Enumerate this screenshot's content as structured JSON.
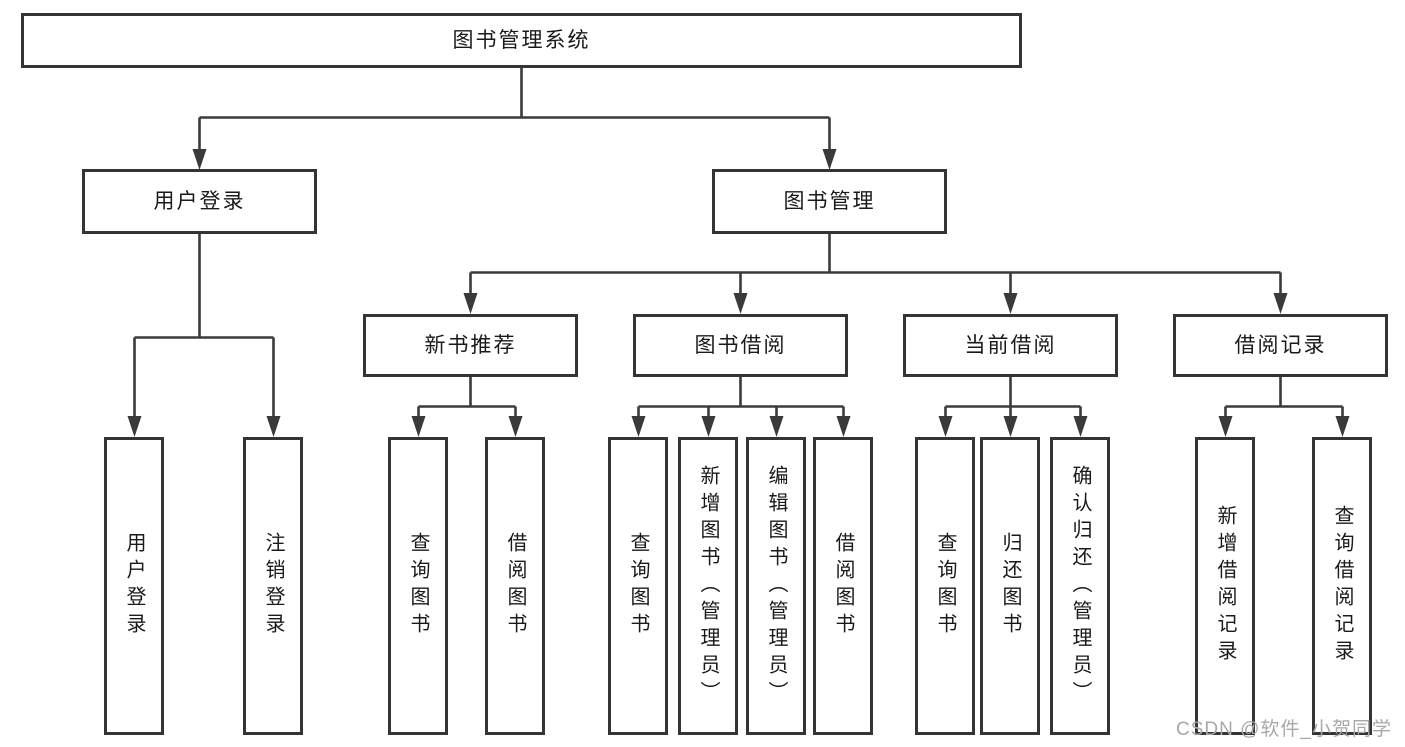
{
  "root": {
    "label": "图书管理系统"
  },
  "branches": [
    {
      "label": "用户登录",
      "children": [
        {
          "label": "用户登录"
        },
        {
          "label": "注销登录"
        }
      ]
    },
    {
      "label": "图书管理",
      "sections": [
        {
          "label": "新书推荐",
          "children": [
            {
              "label": "查询图书"
            },
            {
              "label": "借阅图书"
            }
          ]
        },
        {
          "label": "图书借阅",
          "children": [
            {
              "label": "查询图书"
            },
            {
              "label": "新增图书（管理员）"
            },
            {
              "label": "编辑图书（管理员）"
            },
            {
              "label": "借阅图书"
            }
          ]
        },
        {
          "label": "当前借阅",
          "children": [
            {
              "label": "查询图书"
            },
            {
              "label": "归还图书"
            },
            {
              "label": "确认归还（管理员）"
            }
          ]
        },
        {
          "label": "借阅记录",
          "children": [
            {
              "label": "新增借阅记录"
            },
            {
              "label": "查询借阅记录"
            }
          ]
        }
      ]
    }
  ],
  "watermark": "CSDN @软件_小贺同学",
  "colors": {
    "line": "#3a3a3a",
    "border": "#343434",
    "text": "#1a1a1a",
    "watermark": "#a8a8a8"
  }
}
